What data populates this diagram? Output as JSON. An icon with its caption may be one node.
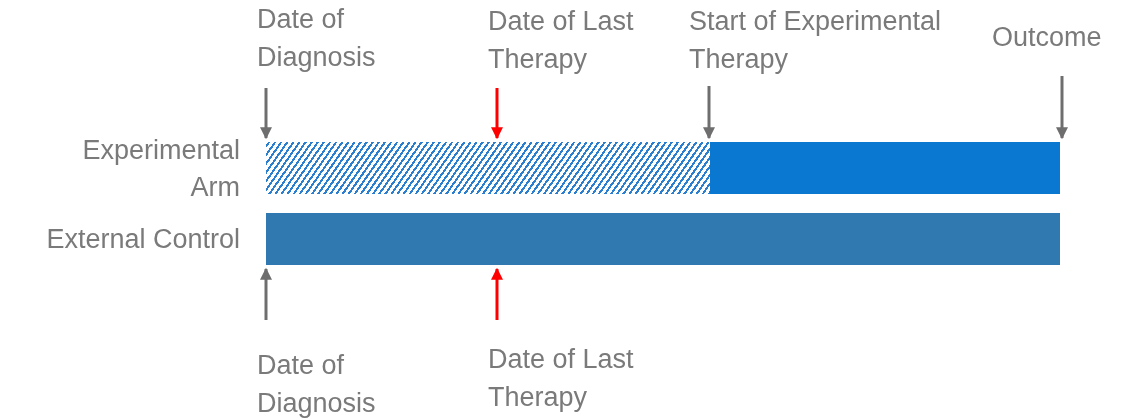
{
  "diagram": {
    "nodes": [
      {
        "text": [
          "Date of Diagnosis"
        ]
      },
      {
        "text": [
          "Date of Last Therapy"
        ]
      },
      {
        "text": [
          "Start of Experimental Therapy"
        ]
      },
      {
        "text": [
          "Outcome"
        ]
      },
      {
        "text": [],
        "shape": "bar",
        "beside": [
          "Experimental Arm"
        ]
      },
      {
        "text": [],
        "shape": "bar",
        "beside": [
          "External Control"
        ]
      },
      {
        "text": [
          "Date of Diagnosis"
        ]
      },
      {
        "text": [
          "Date of Last Therapy"
        ]
      }
    ],
    "edges": [
      {
        "from": 0,
        "to": 4,
        "arrow": "to"
      },
      {
        "from": 1,
        "to": 4,
        "arrow": "to",
        "color": "#ff0000"
      },
      {
        "from": 2,
        "to": 4,
        "arrow": "to"
      },
      {
        "from": 3,
        "to": 4,
        "arrow": "to"
      },
      {
        "from": 6,
        "to": 5,
        "arrow": "to"
      },
      {
        "from": 7,
        "to": 5,
        "arrow": "to",
        "color": "#ff0000"
      }
    ]
  }
}
